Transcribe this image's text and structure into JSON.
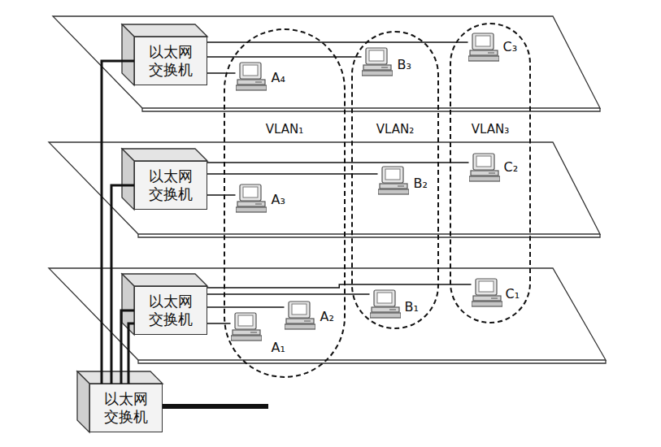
{
  "diagram": {
    "nodes": [
      {
        "text": [
          "以太网 交换机"
        ]
      },
      {
        "text": [
          "以太网 交换机"
        ]
      },
      {
        "text": [
          "以太网 交换机"
        ]
      },
      {
        "text": [
          "以太网 交换机"
        ]
      },
      {
        "text": [
          "VLAN₁"
        ]
      },
      {
        "text": [
          "VLAN₂"
        ]
      },
      {
        "text": [
          "VLAN₃"
        ]
      },
      {
        "text": [
          "A₄"
        ],
        "in": 4
      },
      {
        "text": [
          "B₃"
        ],
        "in": 5
      },
      {
        "text": [
          "C₃"
        ],
        "in": 6
      },
      {
        "text": [
          "A₃"
        ],
        "in": 4
      },
      {
        "text": [
          "B₂"
        ],
        "in": 5
      },
      {
        "text": [
          "C₂"
        ],
        "in": 6
      },
      {
        "text": [
          "A₂"
        ],
        "in": 4
      },
      {
        "text": [
          "A₁"
        ],
        "in": 4
      },
      {
        "text": [
          "B₁"
        ],
        "in": 5
      },
      {
        "text": [
          "C₁"
        ],
        "in": 6
      }
    ],
    "edges": [
      {
        "from": 3,
        "to": 0,
        "arrow": "none"
      },
      {
        "from": 3,
        "to": 1,
        "arrow": "none"
      },
      {
        "from": 3,
        "to": 2,
        "arrow": "none"
      },
      {
        "from": 0,
        "to": 7,
        "arrow": "none"
      },
      {
        "from": 0,
        "to": 8,
        "arrow": "none"
      },
      {
        "from": 0,
        "to": 9,
        "arrow": "none"
      },
      {
        "from": 1,
        "to": 10,
        "arrow": "none"
      },
      {
        "from": 1,
        "to": 11,
        "arrow": "none"
      },
      {
        "from": 1,
        "to": 12,
        "arrow": "none"
      },
      {
        "from": 2,
        "to": 13,
        "arrow": "none"
      },
      {
        "from": 2,
        "to": 14,
        "arrow": "none"
      },
      {
        "from": 2,
        "to": 15,
        "arrow": "none"
      },
      {
        "from": 2,
        "to": 16,
        "arrow": "none"
      }
    ]
  }
}
